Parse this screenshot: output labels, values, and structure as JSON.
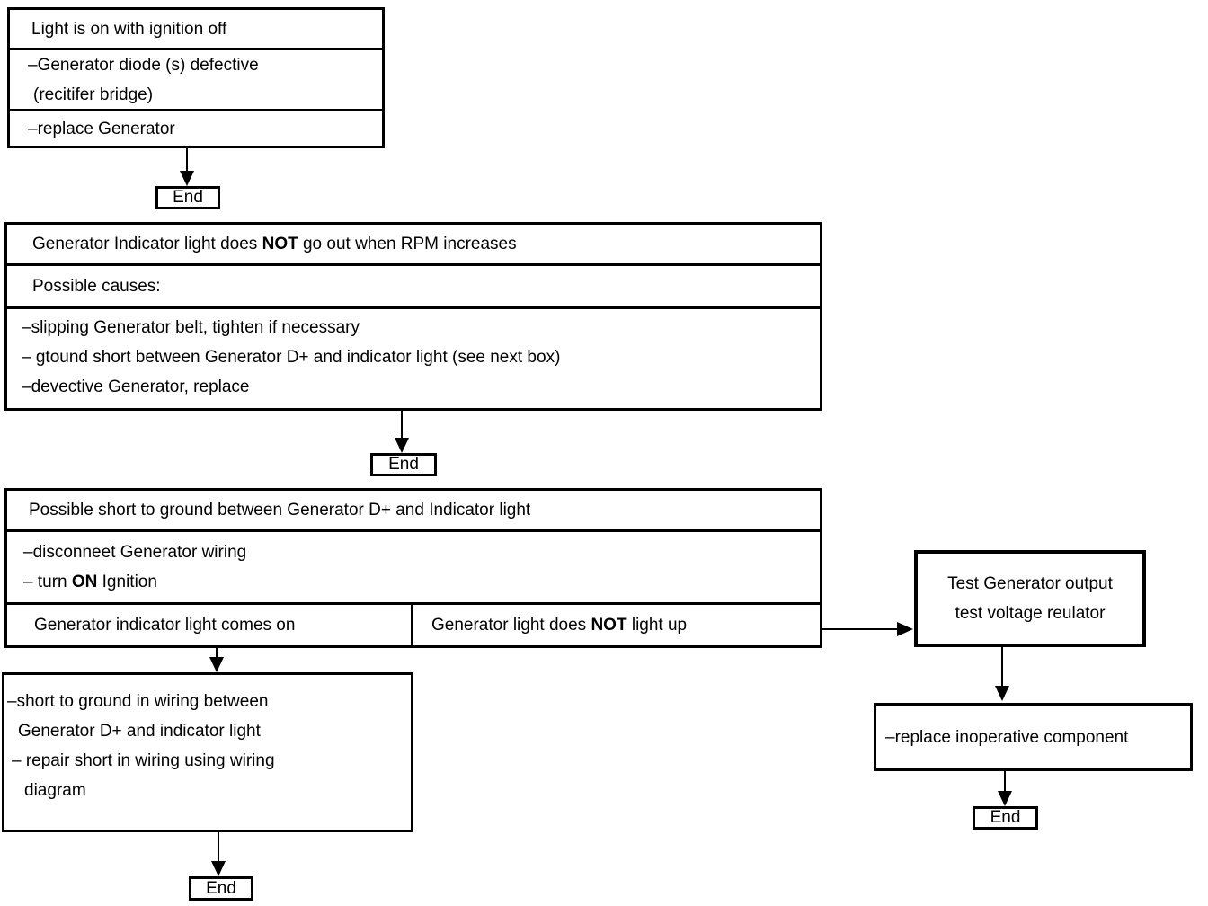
{
  "page": {
    "background": "#ffffff",
    "ink": "#000000",
    "type": "troubleshooting-flowchart"
  },
  "nodes": {
    "ignition_off": {
      "header": "Light is on with ignition off",
      "cause_1": "–Generator diode (s) defective",
      "cause_2": "(recitifer bridge)",
      "action": "–replace Generator"
    },
    "end_1": {
      "label": "End"
    },
    "rpm": {
      "header_pre": "Generator Indicator light does ",
      "header_bold": "NOT",
      "header_post": " go out when RPM increases",
      "subheader": "Possible causes:",
      "causes": [
        "–slipping Generator belt, tighten if necessary",
        "– gtound short between Generator D+ and indicator light (see next box)",
        "–devective Generator, replace"
      ]
    },
    "end_2": {
      "label": "End"
    },
    "short_test": {
      "header": "Possible short to ground between Generator D+ and Indicator light",
      "step_1": "–disconneet Generator wiring",
      "step_2_pre": "– turn ",
      "step_2_bold": "ON",
      "step_2_post": " Ignition",
      "result_left": "Generator indicator light comes on",
      "result_right_pre": "Generator light does ",
      "result_right_bold": "NOT",
      "result_right_post": " light up"
    },
    "short_found": {
      "line_1": "–short to ground in wiring between",
      "line_2": "Generator D+ and indicator light",
      "line_3": "– repair short in wiring using wiring",
      "line_4": "diagram"
    },
    "end_3": {
      "label": "End"
    },
    "test_output": {
      "line_1": "Test Generator output",
      "line_2": "test voltage reulator"
    },
    "replace_component": {
      "label": "–replace inoperative component"
    },
    "end_4": {
      "label": "End"
    }
  }
}
